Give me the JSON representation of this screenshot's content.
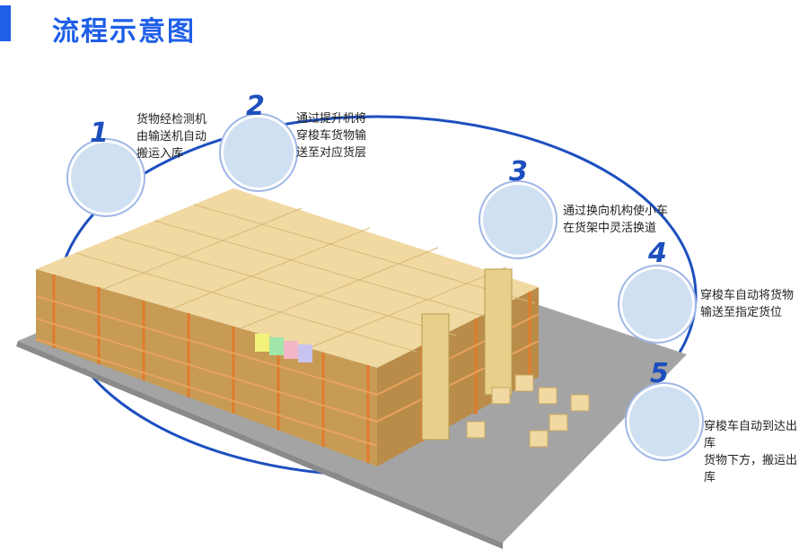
{
  "title": "流程示意图",
  "colors": {
    "accent": "#1f5fe8",
    "loop": "#1d4fbf",
    "box": "#f1d9a2",
    "rack": "#e07b2a",
    "floor": "#9b9b9b"
  },
  "steps": [
    {
      "num": "1",
      "text": "货物经检测机\n由输送机自动\n搬运入库"
    },
    {
      "num": "2",
      "text": "通过提升机将\n穿梭车货物输\n送至对应货层"
    },
    {
      "num": "3",
      "text": "通过换向机构使小车\n在货架中灵活换道"
    },
    {
      "num": "4",
      "text": "穿梭车自动将货物\n输送至指定货位"
    },
    {
      "num": "5",
      "text": "穿梭车自动到达出库\n货物下方，搬运出库"
    }
  ]
}
